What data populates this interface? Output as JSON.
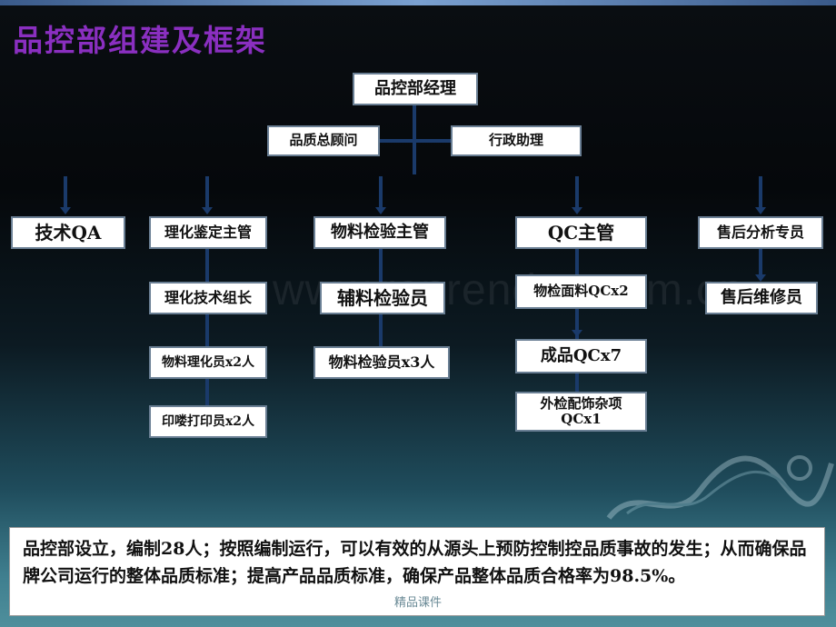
{
  "title": "品控部组建及框架",
  "watermark": "www.renrendoc.com.cn",
  "org": {
    "root": "品控部经理",
    "advisor": "品质总顾问",
    "assistant": "行政助理",
    "col1": {
      "head": "技术QA"
    },
    "col2": {
      "head": "理化鉴定主管",
      "items": [
        "理化技术组长",
        "物料理化员x2人",
        "印喽打印员x2人"
      ]
    },
    "col3": {
      "head": "物料检验主管",
      "items": [
        "辅料检验员",
        "物料检验员x3人"
      ]
    },
    "col4": {
      "head": "QC主管",
      "items": [
        "物检面料QCx2",
        "成品QCx7",
        "外检配饰杂项QCx1"
      ]
    },
    "col5": {
      "head": "售后分析专员",
      "items": [
        "售后维修员"
      ]
    }
  },
  "summary": "品控部设立，编制28人；按照编制运行，可以有效的从源头上预防控制控品质事故的发生；从而确保品牌公司运行的整体品质标准；提高产品品质标准，确保产品整体品质合格率为98.5%。",
  "footer": "精品课件",
  "colors": {
    "title": "#8a2fc0",
    "connector": "#1a3a6a",
    "box_border": "#6a7f94"
  }
}
